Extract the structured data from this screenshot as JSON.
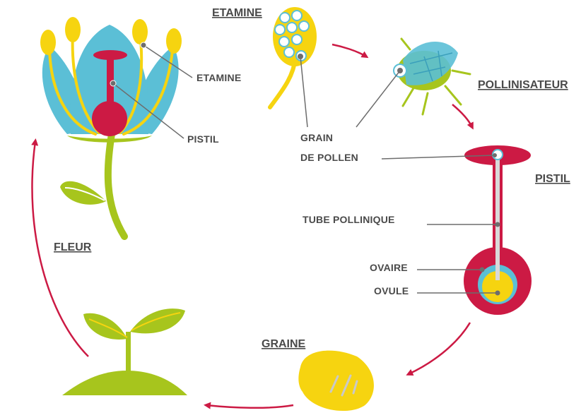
{
  "labels": {
    "etamine_top": "ETAMINE",
    "pollinisateur": "POLLINISATEUR",
    "pistil_big": "PISTIL",
    "fleur": "FLEUR",
    "graine": "GRAINE",
    "etamine_flower": "ETAMINE",
    "pistil_flower": "PISTIL",
    "grain_line1": "GRAIN",
    "grain_line2": "DE POLLEN",
    "tube": "TUBE POLLINIQUE",
    "ovaire": "OVAIRE",
    "ovule": "OVULE"
  },
  "colors": {
    "red": "#cc1a44",
    "blue": "#5bbfd6",
    "yellow": "#f6d410",
    "green": "#a7c51d",
    "gray": "#6d6d6d",
    "text": "#4a4a4a"
  }
}
